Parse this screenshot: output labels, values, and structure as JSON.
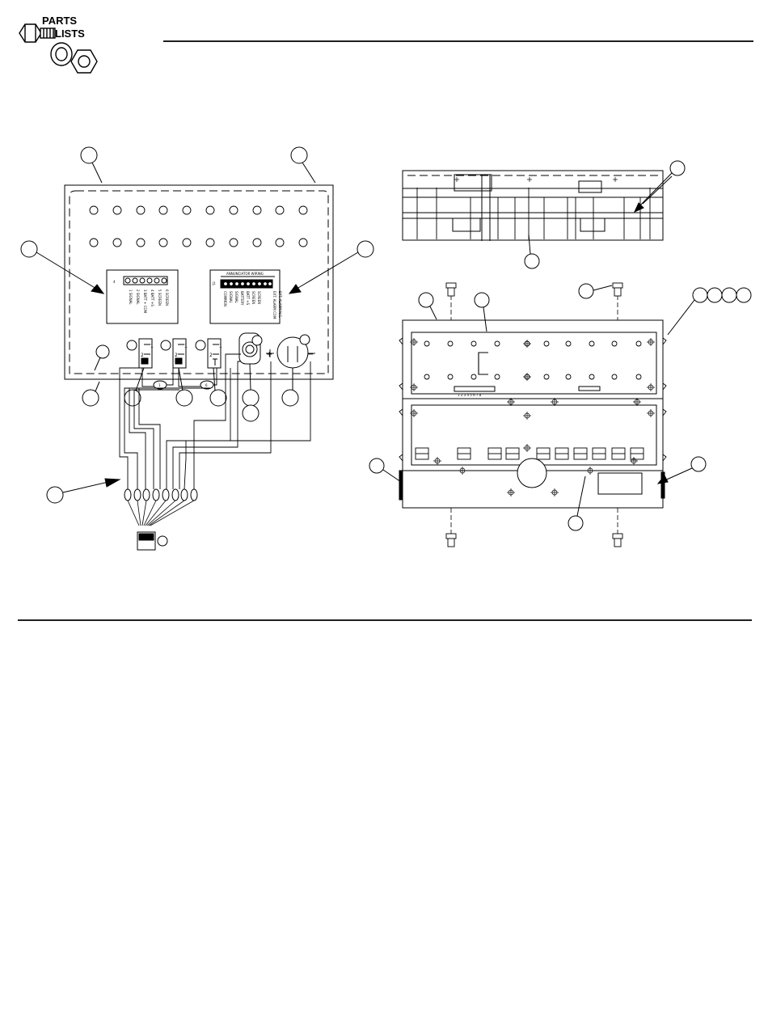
{
  "header": {
    "logo_line1": "PARTS",
    "logo_line2": "LISTS"
  },
  "left_drawing": {
    "terminal_panel_left": {
      "header_mark": "4",
      "labels": [
        "1 SIGNAL",
        "2 SIGNAL",
        "3 BATT + COM",
        "4 BATT +S",
        "5 SCREEN",
        "6 SCREEN"
      ]
    },
    "terminal_panel_right": {
      "title": "ANNUNCIATOR WIRING",
      "header_mark": "J1",
      "labels": [
        "COMMON",
        "SIGNAL",
        "SIGNAL",
        "BATTERY",
        "BATT +S",
        "SCREEN",
        "SCREEN",
        "EXT. ALARM COM",
        "EXT. ALARM N.C."
      ]
    },
    "switch_labels": [
      "1",
      "2",
      "1",
      "2",
      "1",
      "2"
    ],
    "connector_marks": [
      "1",
      "6"
    ],
    "meter_plus": "+",
    "meter_minus": "−"
  },
  "right_drawing": {
    "plate_label": "1 2 3 4 5 6 7 8"
  },
  "colors": {
    "ink": "#000000",
    "paper": "#ffffff"
  }
}
